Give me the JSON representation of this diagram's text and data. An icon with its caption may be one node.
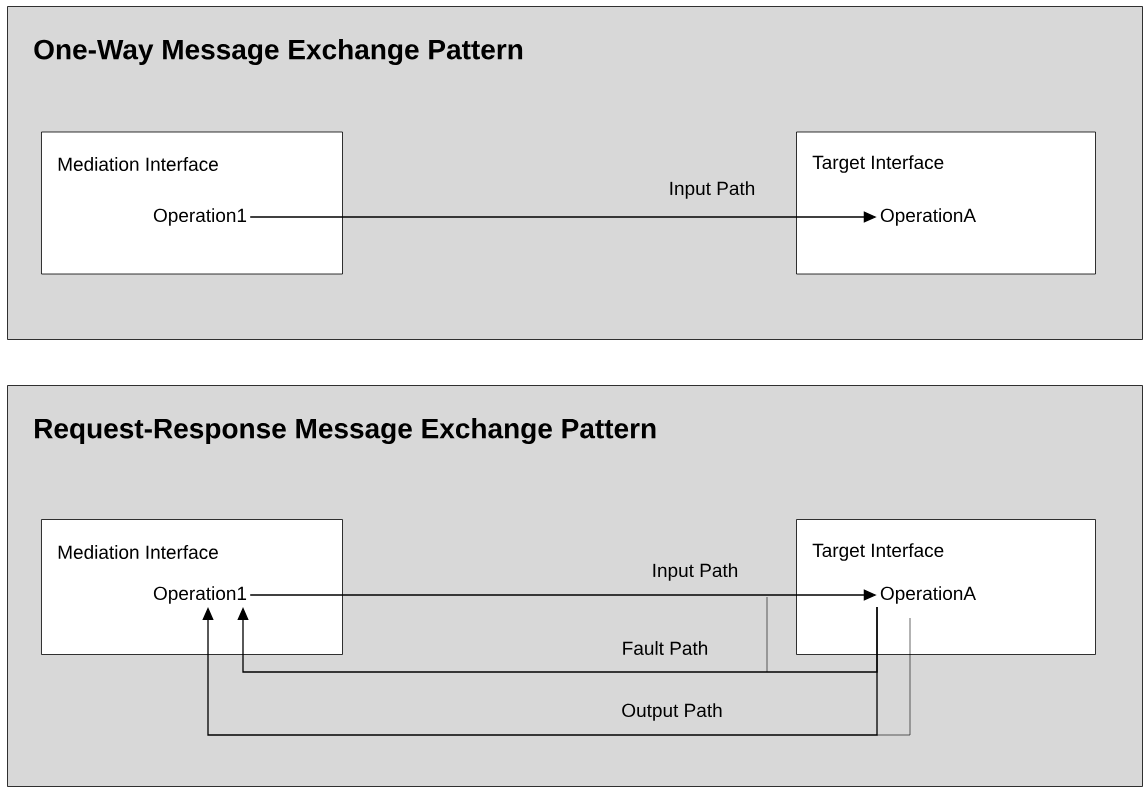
{
  "diagram": {
    "nodes": [
      {
        "text": [
          "One-Way Message Exchange Pattern"
        ]
      },
      {
        "text": [
          "Mediation Interface"
        ],
        "in": 0
      },
      {
        "text": [
          "Operation1"
        ],
        "in": 1
      },
      {
        "text": [
          "Target Interface"
        ],
        "in": 0
      },
      {
        "text": [
          "OperationA"
        ],
        "in": 3
      },
      {
        "text": [
          "Request-Response Message Exchange Pattern"
        ]
      },
      {
        "text": [
          "Mediation Interface"
        ],
        "in": 5
      },
      {
        "text": [
          "Operation1"
        ],
        "in": 6
      },
      {
        "text": [
          "Target Interface"
        ],
        "in": 5
      },
      {
        "text": [
          "OperationA"
        ],
        "in": 8
      }
    ],
    "edges": [
      {
        "from": 2,
        "to": 4,
        "arrow": "to",
        "label": "Input Path"
      },
      {
        "from": 7,
        "to": 9,
        "arrow": "to",
        "label": "Input Path"
      },
      {
        "from": 9,
        "to": 7,
        "arrow": "to",
        "label": "Fault Path"
      },
      {
        "from": 9,
        "to": 7,
        "arrow": "to",
        "label": "Output Path"
      }
    ]
  }
}
